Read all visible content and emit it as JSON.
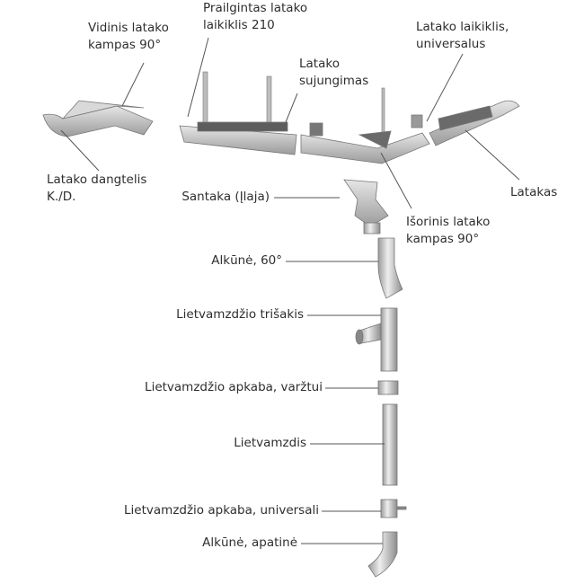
{
  "labels": {
    "extended_hanger": [
      "Prailgintas latako",
      "laikiklis 210"
    ],
    "inner_corner": [
      "Vidinis latako",
      "kampas 90°"
    ],
    "connector": [
      "Latako",
      "sujungimas"
    ],
    "universal_hanger": [
      "Latako laikiklis,",
      "universalus"
    ],
    "end_cap": [
      "Latako dangtelis",
      "K./D."
    ],
    "outlet": "Santaka (Įlaja)",
    "gutter": "Latakas",
    "outer_corner": [
      "Išorinis latako",
      "kampas 90°"
    ],
    "elbow_60": "Alkūnė, 60°",
    "tee": "Lietvamzdžio trišakis",
    "bracket_bolt": "Lietvamzdžio apkaba, varžtui",
    "downpipe": "Lietvamzdis",
    "bracket_universal": "Lietvamzdžio apkaba, universali",
    "bottom_elbow": "Alkūnė, apatinė"
  },
  "colors": {
    "metal": "#c9c9c9",
    "metal_dark": "#8a8a8a",
    "text": "#2e2e2e",
    "line": "#555555"
  }
}
